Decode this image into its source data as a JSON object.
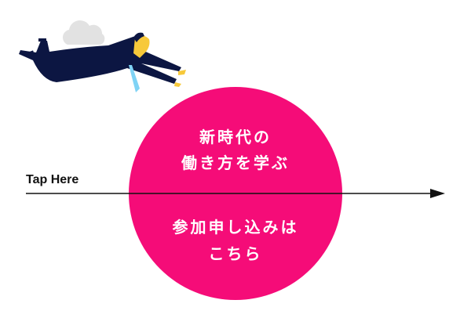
{
  "colors": {
    "accent": "#f50c78",
    "suit": "#0c1642",
    "tie": "#7fd3f5",
    "skin": "#f7c93a",
    "cloud": "#e2e2e2",
    "line": "#111111"
  },
  "cta": {
    "heading_line1": "新時代の",
    "heading_line2": "働き方を学ぶ",
    "action_line1": "参加申し込みは",
    "action_line2": "こちら"
  },
  "tap_label": "Tap Here"
}
